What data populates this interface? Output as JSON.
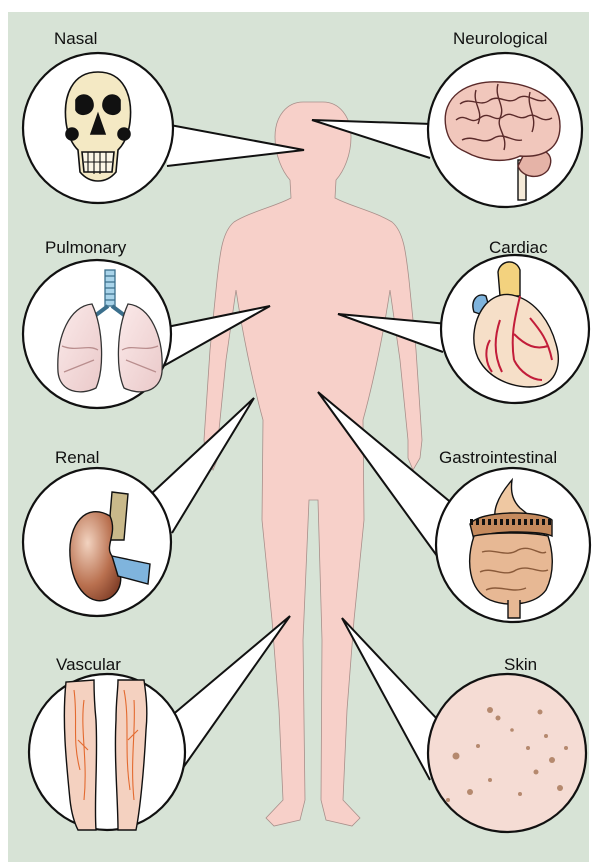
{
  "colors": {
    "background": "#d7e3d6",
    "body": "#f7d0c9",
    "callout_fill": "#ffffff",
    "outline": "#111111"
  },
  "labels": {
    "nasal": "Nasal",
    "neurological": "Neurological",
    "pulmonary": "Pulmonary",
    "cardiac": "Cardiac",
    "renal": "Renal",
    "gastrointestinal": "Gastrointestinal",
    "vascular": "Vascular",
    "skin": "Skin"
  },
  "icons": [
    "skull-icon",
    "brain-icon",
    "lungs-icon",
    "heart-icon",
    "kidney-icon",
    "digestive-tract-icon",
    "legs-veins-icon",
    "skin-lesions-icon"
  ]
}
